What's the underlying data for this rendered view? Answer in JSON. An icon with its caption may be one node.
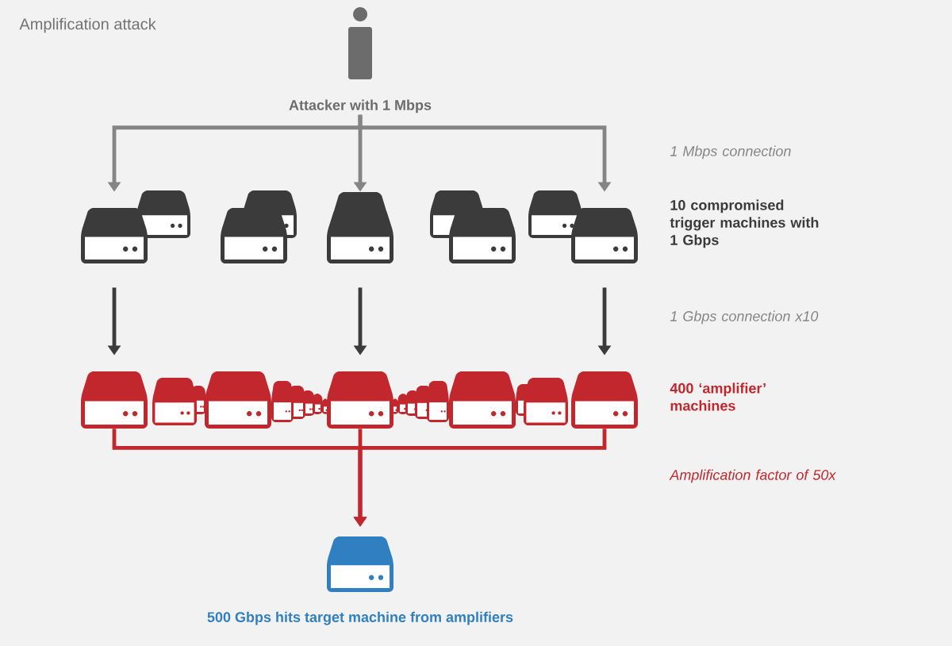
{
  "diagram": {
    "title": "Amplification attack",
    "nodes": [
      {
        "text": [
          "Attacker with 1 Mbps"
        ]
      },
      {
        "text": [],
        "shape": "server"
      },
      {
        "text": [],
        "shape": "server"
      },
      {
        "text": [],
        "shape": "server"
      },
      {
        "text": [],
        "shape": "server"
      },
      {
        "text": [],
        "shape": "server"
      },
      {
        "text": [],
        "shape": "server"
      },
      {
        "text": [],
        "shape": "server",
        "beside": [
          "500 Gbps hits target machine from amplifiers"
        ]
      }
    ],
    "edges": [
      {
        "from": 0,
        "to": 1,
        "arrow": "to",
        "color": "#858585"
      },
      {
        "from": 0,
        "to": 2,
        "arrow": "to",
        "color": "#858585"
      },
      {
        "from": 0,
        "to": 3,
        "arrow": "to",
        "color": "#858585"
      },
      {
        "from": 1,
        "to": 4,
        "arrow": "to"
      },
      {
        "from": 2,
        "to": 5,
        "arrow": "to"
      },
      {
        "from": 3,
        "to": 6,
        "arrow": "to"
      },
      {
        "from": 4,
        "to": 7,
        "arrow": "to",
        "color": "#c1272d"
      },
      {
        "from": 5,
        "to": 7,
        "arrow": "to",
        "color": "#c1272d"
      },
      {
        "from": 6,
        "to": 7,
        "arrow": "to",
        "color": "#c1272d"
      }
    ],
    "labels": [
      "1 Mbps connection",
      "10 compromised trigger machines with 1 Gbps",
      "1 Gbps connection x10",
      "400 ‘amplifier’ machines",
      "Amplification factor of 50x"
    ]
  }
}
